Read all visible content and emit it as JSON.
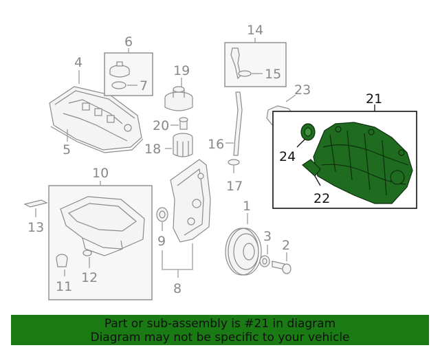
{
  "callouts": {
    "c1": "1",
    "c2": "2",
    "c3": "3",
    "c4": "4",
    "c5": "5",
    "c6": "6",
    "c7": "7",
    "c8": "8",
    "c9": "9",
    "c10": "10",
    "c11": "11",
    "c12": "12",
    "c13": "13",
    "c14": "14",
    "c15": "15",
    "c16": "16",
    "c17": "17",
    "c18": "18",
    "c19": "19",
    "c20": "20",
    "c21": "21",
    "c22": "22",
    "c23": "23",
    "c24": "24"
  },
  "highlight": {
    "part_number": "21",
    "color": "#1f6b1f"
  },
  "banner": {
    "line1": "Part or sub-assembly is #21 in diagram",
    "line2": "Diagram may not be specific to your vehicle",
    "background": "#1a7a14"
  }
}
